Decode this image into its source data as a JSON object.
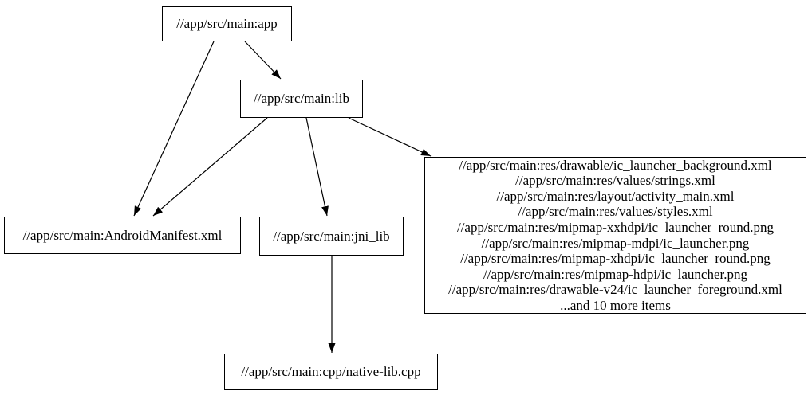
{
  "graph": {
    "colors": {
      "background": "#ffffff",
      "node_fill": "#ffffff",
      "node_border": "#000000",
      "edge": "#000000",
      "text": "#000000"
    },
    "nodes": {
      "app": {
        "label": "//app/src/main:app"
      },
      "lib": {
        "label": "//app/src/main:lib"
      },
      "manifest": {
        "label": "//app/src/main:AndroidManifest.xml"
      },
      "jni_lib": {
        "label": "//app/src/main:jni_lib"
      },
      "resources": {
        "lines": [
          "//app/src/main:res/drawable/ic_launcher_background.xml",
          "//app/src/main:res/values/strings.xml",
          "//app/src/main:res/layout/activity_main.xml",
          "//app/src/main:res/values/styles.xml",
          "//app/src/main:res/mipmap-xxhdpi/ic_launcher_round.png",
          "//app/src/main:res/mipmap-mdpi/ic_launcher.png",
          "//app/src/main:res/mipmap-xhdpi/ic_launcher_round.png",
          "//app/src/main:res/mipmap-hdpi/ic_launcher.png",
          "//app/src/main:res/drawable-v24/ic_launcher_foreground.xml",
          "...and 10 more items"
        ]
      },
      "native_lib": {
        "label": "//app/src/main:cpp/native-lib.cpp"
      }
    },
    "edges": [
      {
        "from": "//app/src/main:app",
        "to": "//app/src/main:AndroidManifest.xml"
      },
      {
        "from": "//app/src/main:app",
        "to": "//app/src/main:lib"
      },
      {
        "from": "//app/src/main:lib",
        "to": "//app/src/main:AndroidManifest.xml"
      },
      {
        "from": "//app/src/main:lib",
        "to": "//app/src/main:jni_lib"
      },
      {
        "from": "//app/src/main:lib",
        "to": "resources-group"
      },
      {
        "from": "//app/src/main:jni_lib",
        "to": "//app/src/main:cpp/native-lib.cpp"
      }
    ]
  }
}
